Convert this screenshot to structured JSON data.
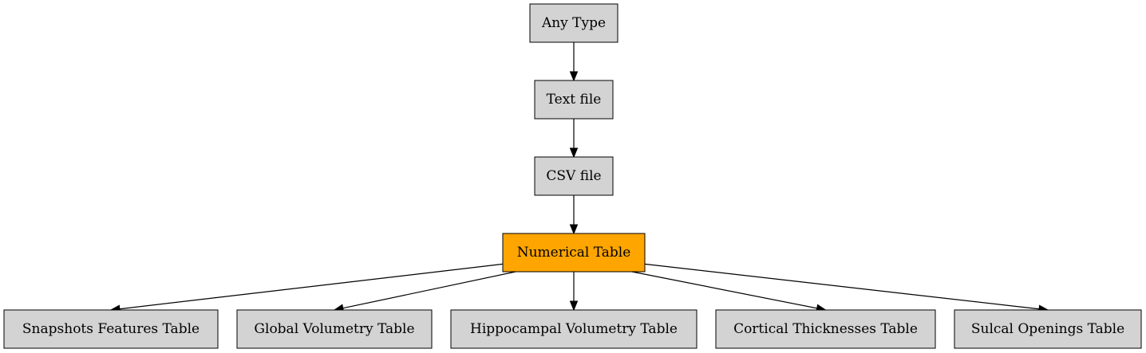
{
  "colors": {
    "default_fill": "#d3d3d3",
    "highlight_fill": "#ffa500",
    "stroke": "#000000"
  },
  "nodes": {
    "any_type": {
      "label": "Any Type",
      "highlight": false
    },
    "text_file": {
      "label": "Text file",
      "highlight": false
    },
    "csv_file": {
      "label": "CSV file",
      "highlight": false
    },
    "numerical_table": {
      "label": "Numerical Table",
      "highlight": true
    },
    "snapshots": {
      "label": "Snapshots Features Table",
      "highlight": false
    },
    "global_vol": {
      "label": "Global Volumetry Table",
      "highlight": false
    },
    "hippo_vol": {
      "label": "Hippocampal Volumetry Table",
      "highlight": false
    },
    "cortical": {
      "label": "Cortical Thicknesses Table",
      "highlight": false
    },
    "sulcal": {
      "label": "Sulcal Openings Table",
      "highlight": false
    }
  },
  "edges": [
    {
      "from": "any_type",
      "to": "text_file"
    },
    {
      "from": "text_file",
      "to": "csv_file"
    },
    {
      "from": "csv_file",
      "to": "numerical_table"
    },
    {
      "from": "numerical_table",
      "to": "snapshots"
    },
    {
      "from": "numerical_table",
      "to": "global_vol"
    },
    {
      "from": "numerical_table",
      "to": "hippo_vol"
    },
    {
      "from": "numerical_table",
      "to": "cortical"
    },
    {
      "from": "numerical_table",
      "to": "sulcal"
    }
  ]
}
